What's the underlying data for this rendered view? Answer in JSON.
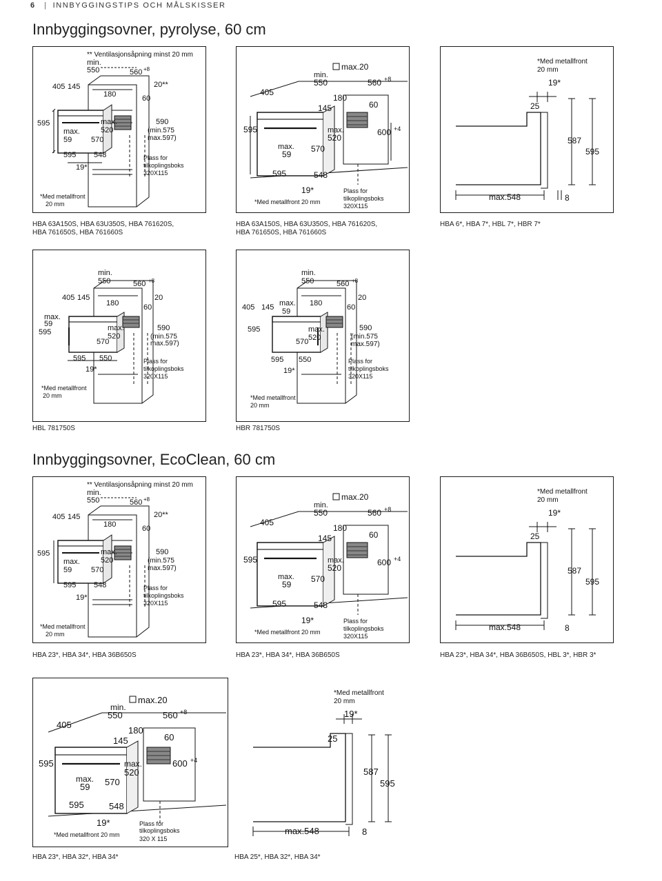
{
  "header": {
    "page_number": "6",
    "section": "INNBYGGINGSTIPS OCH MÅLSKISSER"
  },
  "sections": [
    {
      "title": "Innbyggingsovner, pyrolyse, 60 cm"
    },
    {
      "title": "Innbyggingsovner, EcoClean, 60 cm"
    }
  ],
  "captions": {
    "p1": "HBA 63A150S, HBA 63U350S, HBA 761620S,\nHBA 761650S, HBA 761660S",
    "p2": "HBA 63A150S, HBA 63U350S, HBA 761620S,\nHBA 761650S, HBA 761660S",
    "p3": "HBA 6*, HBA 7*, HBL 7*, HBR 7*",
    "p4": "HBL 781750S",
    "p5": "HBR 781750S",
    "e1": "HBA 23*, HBA 34*, HBA 36B650S",
    "e2": "HBA 23*, HBA 34*, HBA 36B650S",
    "e3": "HBA 23*, HBA 34*, HBA 36B650S, HBL 3*, HBR 3*",
    "e4": "HBA 23*, HBA 32*, HBA 34*",
    "e5": "HBA 25*, HBA 32*, HBA 34*"
  },
  "labels": {
    "vent": "** Ventilasjonsåpning minst 20 mm",
    "min": "min.",
    "v550": "550",
    "v560": "560",
    "plus8": "+8",
    "v20ss": "20**",
    "v20": "20",
    "v405": "405",
    "v145": "145",
    "v180": "180",
    "v60": "60",
    "v595": "595",
    "max": "max.",
    "v520": "520",
    "v590": "590",
    "min575": "(min.575",
    "max597": "max.597)",
    "v59": "59",
    "v570": "570",
    "v548": "548",
    "v19s": "19*",
    "plass": "Plass for",
    "tilk": "tilkoplingsboks",
    "box320": "320X115",
    "box320b": "320 X 115",
    "medmetall": "*Med metallfront",
    "mm20": "20 mm",
    "medmetall_full": "*Med metallfront 20 mm",
    "max20": "max.20",
    "v600": "600",
    "plus4": "+4",
    "v25": "25",
    "v587": "587",
    "max548": "max.548",
    "v8": "8"
  }
}
